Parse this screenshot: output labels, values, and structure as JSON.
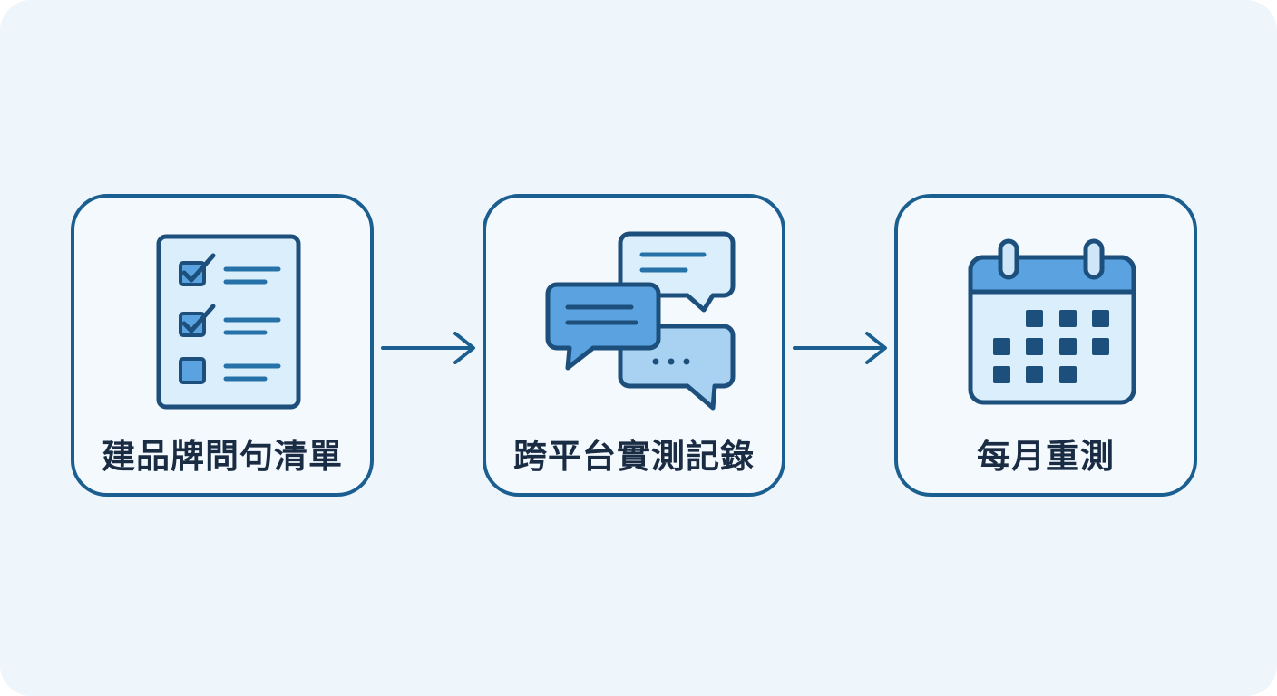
{
  "steps": [
    {
      "label": "建品牌問句清單",
      "icon": "checklist-icon"
    },
    {
      "label": "跨平台實測記錄",
      "icon": "chat-bubbles-icon"
    },
    {
      "label": "每月重測",
      "icon": "calendar-icon"
    }
  ],
  "colors": {
    "background": "#eef6fc",
    "card_border": "#1b5f90",
    "icon_dark": "#1c4f7c",
    "icon_light": "#cfe6f8",
    "icon_mid": "#5aa3e0",
    "text": "#1a2c44"
  }
}
